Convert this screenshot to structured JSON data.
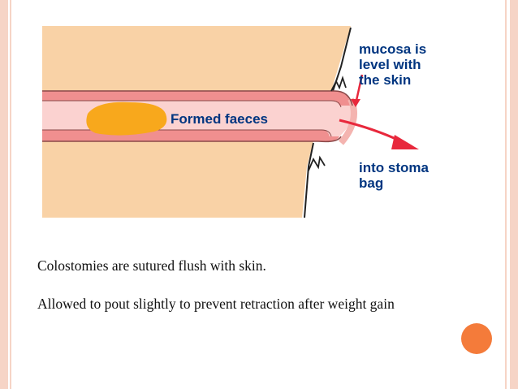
{
  "diagram": {
    "labels": {
      "mucosa_line1": "mucosa is",
      "mucosa_line2": "level with",
      "mucosa_line3": "the skin",
      "faeces": "Formed faeces",
      "bag_line1": "into stoma",
      "bag_line2": "bag"
    },
    "colors": {
      "skin": "#f9d2a6",
      "bowel_wall": "#f08f8f",
      "lumen": "#fbd2d0",
      "faeces": "#f8a81c",
      "arrow": "#e8283c",
      "label_text": "#003580"
    }
  },
  "captions": {
    "line1": "Colostomies are sutured flush with skin.",
    "line2": "Allowed to pout slightly to prevent retraction after weight gain"
  },
  "decor": {
    "border_color": "#f6d4c6",
    "dot_color": "#f47b3a"
  }
}
